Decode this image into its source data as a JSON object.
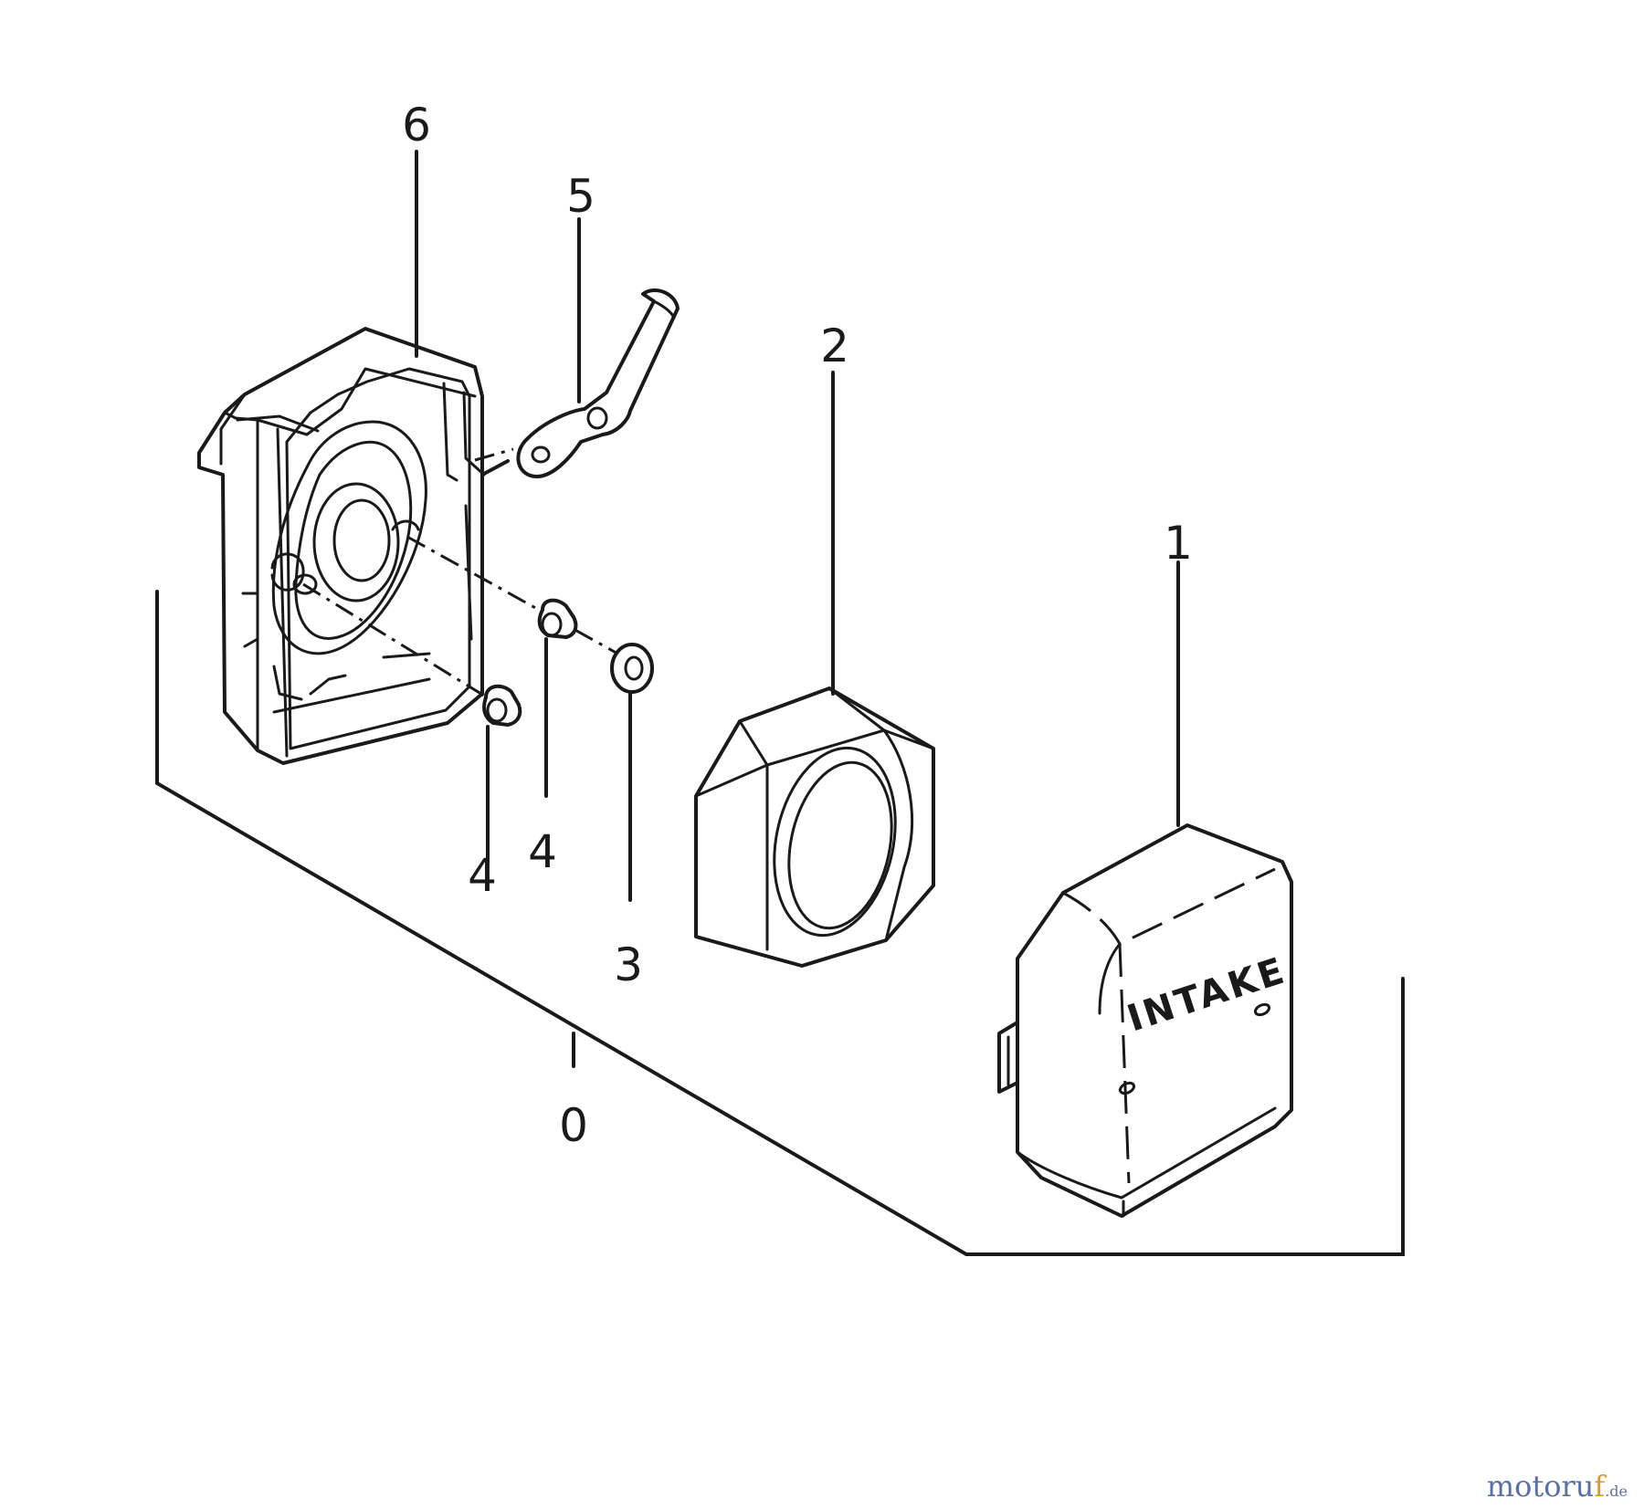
{
  "diagram": {
    "callouts": {
      "c0": "0",
      "c1": "1",
      "c2": "2",
      "c3": "3",
      "c4a": "4",
      "c4b": "4",
      "c5": "5",
      "c6": "6"
    },
    "cover_text": "INTAKE"
  },
  "watermark": {
    "main": "motoru",
    "accent": "f",
    "tld": ".de"
  },
  "colors": {
    "line": "#1a1a1a",
    "watermark_blue": "#5a6fa8",
    "watermark_orange": "#d89a2a"
  }
}
